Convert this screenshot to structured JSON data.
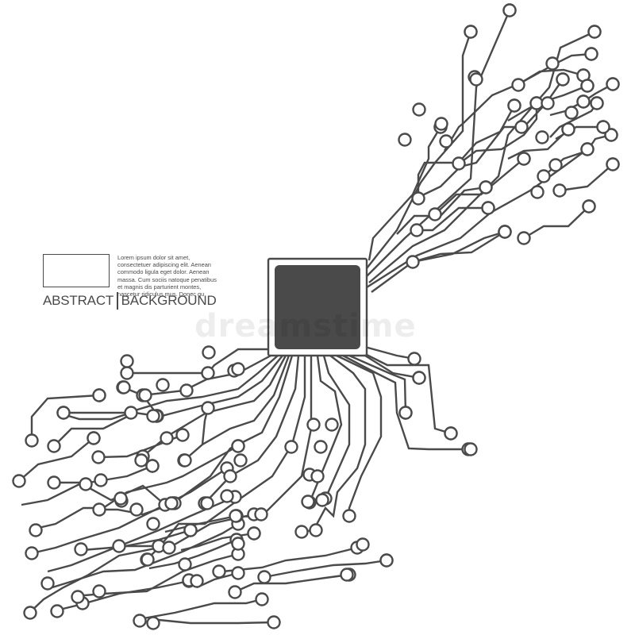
{
  "colors": {
    "trace": "#4a4a4a",
    "chip": "#4a4a4a",
    "background": "#ffffff"
  },
  "label": {
    "abstract": "ABSTRACT",
    "background": "BACKGROUND",
    "lorem": "Lorem ipsum dolor sit amet, consectetuer adipiscing elit. Aenean commodo ligula eget dolor. Aenean massa. Cum sociis natoque penatibus et magnis dis parturient montes, nascetur ridiculus mus. Donec qu"
  },
  "watermark": "dreamstime"
}
